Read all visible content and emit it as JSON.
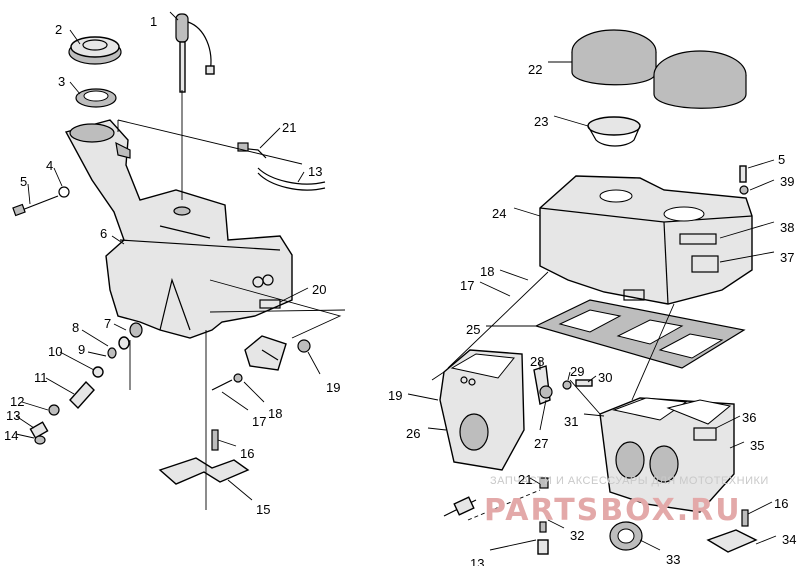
{
  "callouts": [
    "1",
    "2",
    "3",
    "4",
    "5",
    "6",
    "7",
    "8",
    "9",
    "10",
    "11",
    "12",
    "13",
    "14",
    "16",
    "15",
    "17",
    "18",
    "19",
    "20",
    "21",
    "13",
    "22",
    "23",
    "5",
    "39",
    "24",
    "38",
    "37",
    "18",
    "17",
    "25",
    "28",
    "29",
    "30",
    "19",
    "26",
    "27",
    "31",
    "36",
    "35",
    "21",
    "32",
    "13",
    "33",
    "16",
    "34"
  ],
  "watermark": {
    "tagline": "ЗАПЧАСТИ И АКСЕССУАРЫ ДЛЯ МОТОТЕХНИКИ",
    "logo": "PARTSBOX.RU",
    "logo_color": "#e3a9a9"
  }
}
